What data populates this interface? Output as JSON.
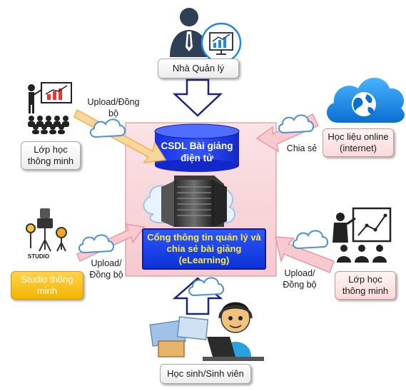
{
  "center": {
    "db_line1": "CSDL Bài giảng",
    "db_line2": "điện tử",
    "portal_line1": "Cổng thông tin quản lý và",
    "portal_line2": "chia sẻ bài giảng",
    "portal_line3": "(eLearning)"
  },
  "manager": {
    "label": "Nhà Quản lý"
  },
  "smart_class_left": {
    "line1": "Lớp học",
    "line2": "thông minh"
  },
  "smart_class_right": {
    "line1": "Lớp học",
    "line2": "thông minh"
  },
  "online_materials": {
    "line1": "Học liệu online",
    "line2": "(internet)"
  },
  "studio": {
    "line1": "Studio thông",
    "line2": "minh",
    "sign": "STUDIO"
  },
  "students": {
    "label": "Học sinh/Sinh viên"
  },
  "flows": {
    "upload_top_left_1": "Upload/Đồng",
    "upload_top_left_2": "bộ",
    "share": "Chia sẻ",
    "upload_left_1": "Upload/",
    "upload_left_2": "Đồng bộ",
    "upload_right_1": "Upload/",
    "upload_right_2": "Đồng bộ"
  },
  "icons": {
    "manager": "manager-chart-icon",
    "classroom_left": "presentation-audience-icon",
    "classroom_right": "teacher-board-icon",
    "internet": "cloud-globe-icon",
    "studio": "studio-lights-icon",
    "students": "student-computer-icon",
    "server": "server-cloud-icon",
    "sync": "cloud-icon"
  },
  "colors": {
    "center_bg": "#fadadd",
    "db_blue": "#1f3cff",
    "portal_text": "#ffeb3b",
    "arrow_navy": "#1a237e",
    "arrow_pink": "#f4b8c0",
    "arrow_yellow": "#f7c76b",
    "studio_yellow": "#f5b800"
  }
}
